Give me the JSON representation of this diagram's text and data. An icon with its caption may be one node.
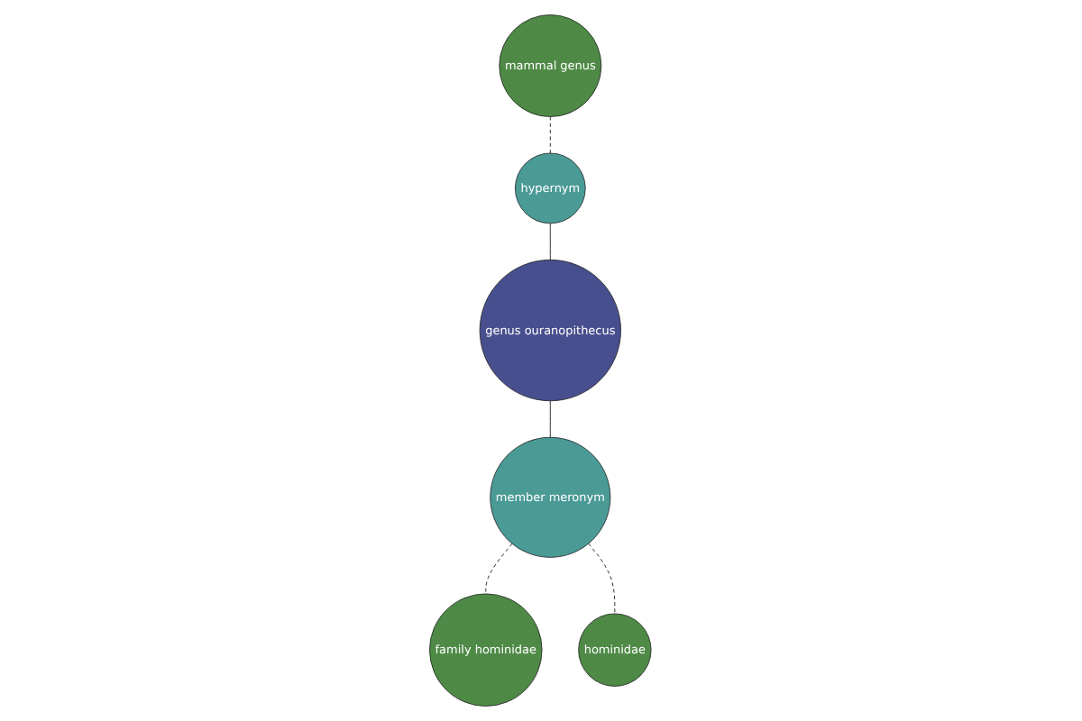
{
  "diagram": {
    "nodes": [
      {
        "text": [
          "mammal genus"
        ]
      },
      {
        "text": [
          "hypernym"
        ]
      },
      {
        "text": [
          "genus ouranopithecus"
        ]
      },
      {
        "text": [
          "member meronym"
        ]
      },
      {
        "text": [
          "family hominidae"
        ]
      },
      {
        "text": [
          "hominidae"
        ]
      }
    ],
    "edges": [
      {
        "from": 0,
        "to": 1,
        "arrow": "none",
        "style": "dashed"
      },
      {
        "from": 1,
        "to": 2,
        "arrow": "none"
      },
      {
        "from": 2,
        "to": 3,
        "arrow": "none"
      },
      {
        "from": 3,
        "to": 4,
        "arrow": "none",
        "style": "dashed"
      },
      {
        "from": 3,
        "to": 5,
        "arrow": "none",
        "style": "dashed"
      }
    ]
  }
}
